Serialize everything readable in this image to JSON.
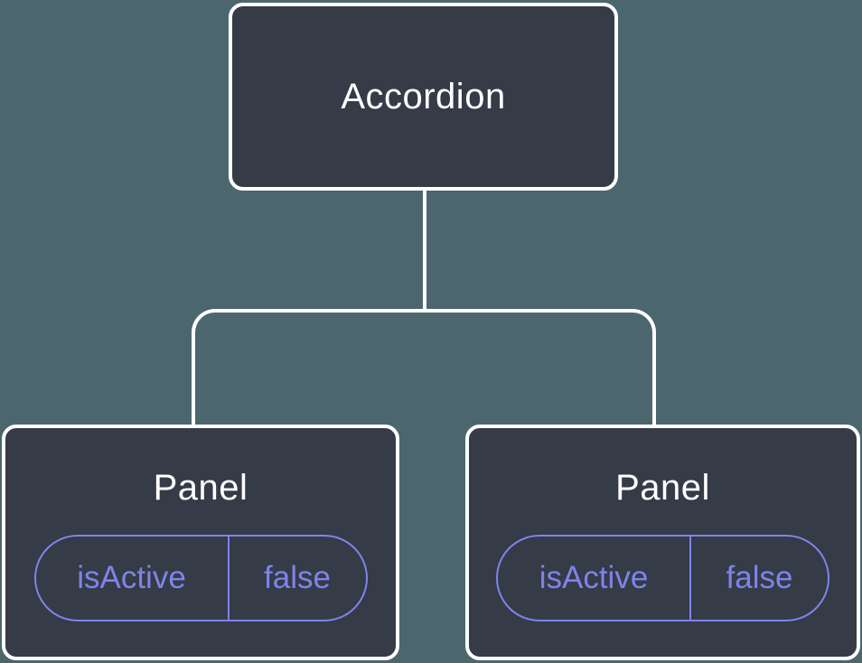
{
  "diagram": {
    "type": "component-tree",
    "colors": {
      "background": "#4C666E",
      "node_fill": "#353B47",
      "node_border": "#FFFFFF",
      "connector": "#FFFFFF",
      "state_accent": "#7E84E8"
    },
    "root": {
      "label": "Accordion"
    },
    "children": [
      {
        "label": "Panel",
        "state": {
          "name": "isActive",
          "value": "false"
        }
      },
      {
        "label": "Panel",
        "state": {
          "name": "isActive",
          "value": "false"
        }
      }
    ]
  }
}
